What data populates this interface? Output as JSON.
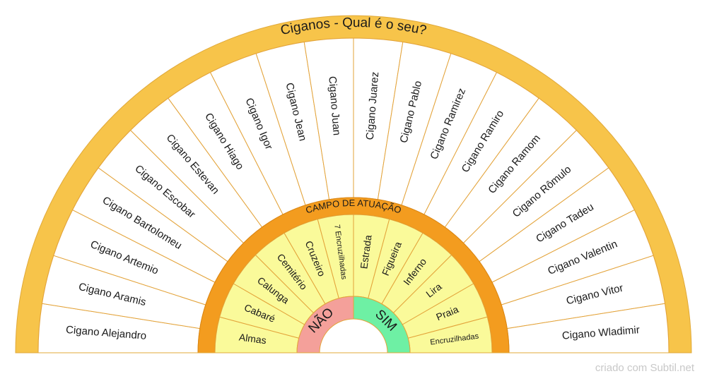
{
  "title": "Ciganos - Qual é o seu?",
  "inner_title": "CAMPO DE ATUAÇÃO",
  "outer_items": [
    "Cigano Alejandro",
    "Cigano Aramis",
    "Cigano Artemio",
    "Cigano Bartolomeu",
    "Cigano Escobar",
    "Cigano Estevan",
    "Cigano Hiago",
    "Cigano Igor",
    "Cigano Jean",
    "Cigano Juan",
    "Cigano Juarez",
    "Cigano Pablo",
    "Cigano Ramirez",
    "Cigano Ramiro",
    "Cigano Ramom",
    "Cigano Rômulo",
    "Cigano Tadeu",
    "Cigano Valentin",
    "Cigano Vitor",
    "Cigano Wladimir"
  ],
  "inner_items": [
    "Almas",
    "Cabaré",
    "Calunga",
    "Cemitério",
    "Cruzeiro",
    "7 Encruzilhadas",
    "Estrada",
    "Figueira",
    "Inferno",
    "Lira",
    "Praia",
    "Encruzilhadas"
  ],
  "answers": {
    "no": "NÃO",
    "yes": "SIM"
  },
  "watermark": "criado com Subtil.net",
  "colors": {
    "outer_ring": "#f7c44a",
    "outer_fill": "#ffffff",
    "inner_ring": "#f39c1f",
    "inner_fill": "#fafa9a",
    "no_fill": "#f4a09a",
    "yes_fill": "#6ef0a4",
    "divider": "#e3a33a"
  }
}
